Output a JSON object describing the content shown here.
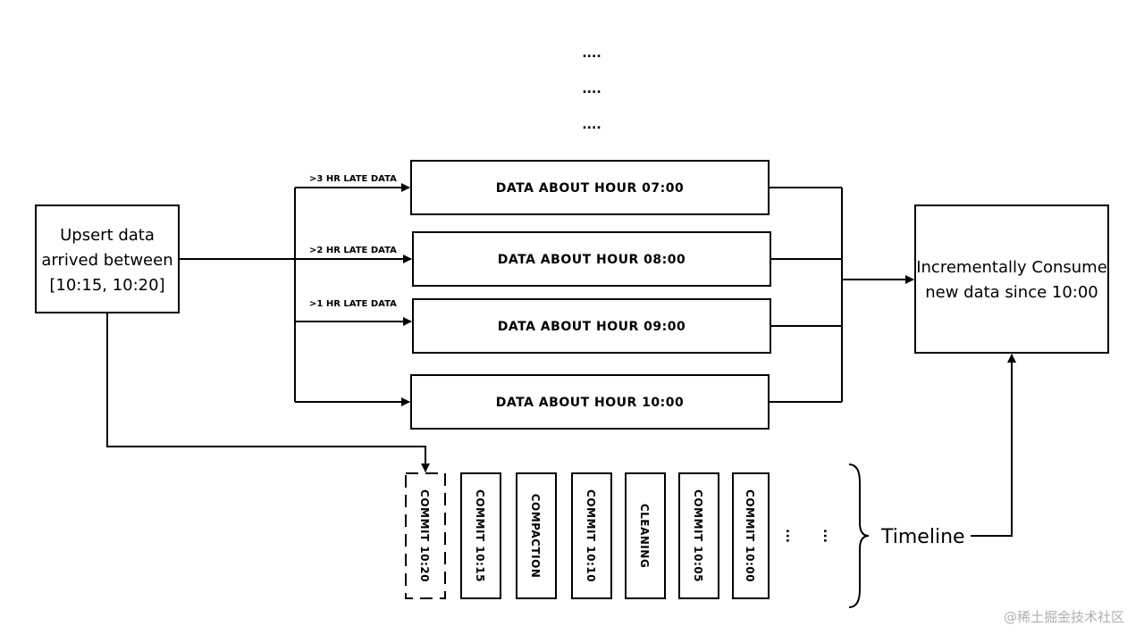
{
  "top_dots": [
    "....",
    "....",
    "...."
  ],
  "source": {
    "lines": [
      "Upsert data",
      "arrived between",
      "[10:15, 10:20]"
    ]
  },
  "partitions": [
    {
      "label": "DATA ABOUT HOUR 07:00",
      "edge_label": ">3 HR LATE DATA"
    },
    {
      "label": "DATA ABOUT HOUR 08:00",
      "edge_label": ">2 HR LATE DATA"
    },
    {
      "label": "DATA ABOUT HOUR 09:00",
      "edge_label": ">1 HR LATE DATA"
    },
    {
      "label": "DATA ABOUT HOUR 10:00",
      "edge_label": ""
    }
  ],
  "consumer": {
    "lines": [
      "Incrementally Consume",
      "new data since 10:00"
    ]
  },
  "timeline": {
    "label": "Timeline",
    "items": [
      {
        "label": "COMMIT 10:20",
        "dashed": true
      },
      {
        "label": "COMMIT 10:15",
        "dashed": false
      },
      {
        "label": "COMPACTION",
        "dashed": false
      },
      {
        "label": "COMMIT 10:10",
        "dashed": false
      },
      {
        "label": "CLEANING",
        "dashed": false
      },
      {
        "label": "COMMIT 10:05",
        "dashed": false
      },
      {
        "label": "COMMIT 10:00",
        "dashed": false
      }
    ],
    "ellipsis": [
      "...",
      "..."
    ]
  },
  "watermark": "@稀土掘金技术社区"
}
